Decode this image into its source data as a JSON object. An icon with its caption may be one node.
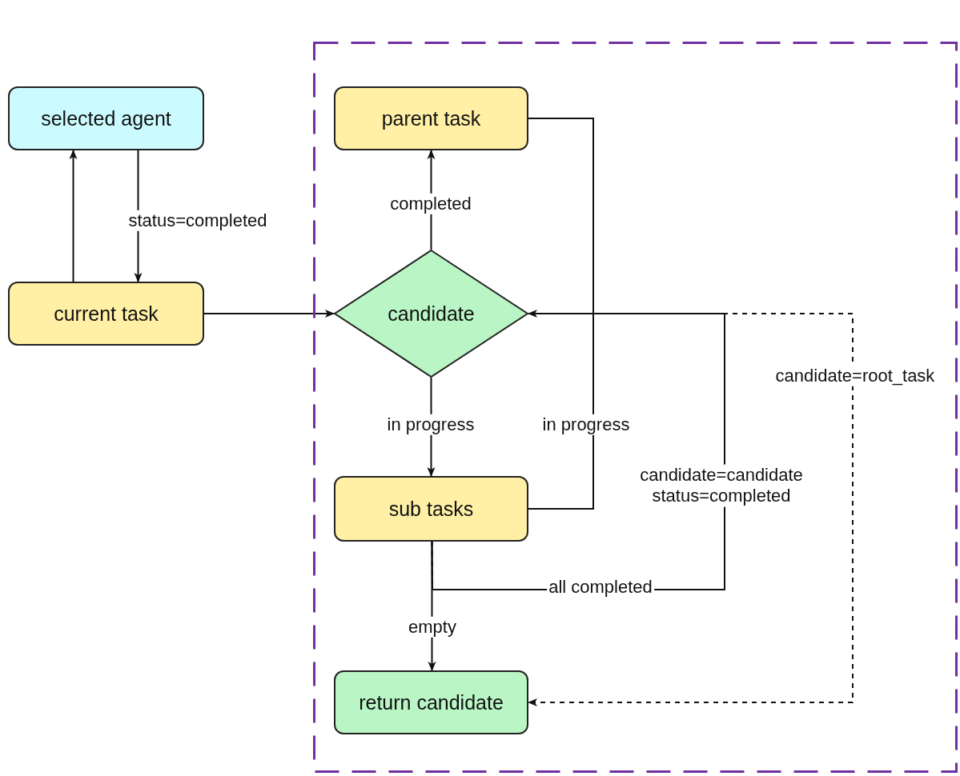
{
  "diagram": {
    "nodes": [
      {
        "text": [],
        "shape": "box"
      },
      {
        "text": [
          "selected agent"
        ]
      },
      {
        "text": [
          "parent task"
        ],
        "in": 0
      },
      {
        "text": [
          "current task"
        ]
      },
      {
        "text": [
          "candidate"
        ],
        "in": 0
      },
      {
        "text": [
          "sub tasks"
        ],
        "in": 0
      },
      {
        "text": [
          "return candidate"
        ],
        "in": 0
      }
    ],
    "edges": [
      {
        "from": 3,
        "to": 1,
        "arrow": "to"
      },
      {
        "from": 1,
        "to": 3,
        "arrow": "to",
        "label": "status=completed"
      },
      {
        "from": 3,
        "to": 4,
        "arrow": "to"
      },
      {
        "from": 4,
        "to": 2,
        "arrow": "to",
        "label": "completed"
      },
      {
        "from": 4,
        "to": 5,
        "arrow": "to",
        "label": "in progress"
      },
      {
        "from": 5,
        "to": 2,
        "arrow": "none",
        "label": "in progress"
      },
      {
        "from": 5,
        "to": 4,
        "arrow": "to",
        "label": "all completed"
      },
      {
        "from": 5,
        "to": 6,
        "arrow": "to",
        "label": "empty"
      },
      {
        "from": 5,
        "to": 6,
        "arrow": "to",
        "style": "dashed",
        "label": "candidate=root_task"
      }
    ],
    "labels": [
      "candidate=candidate status=completed"
    ]
  }
}
